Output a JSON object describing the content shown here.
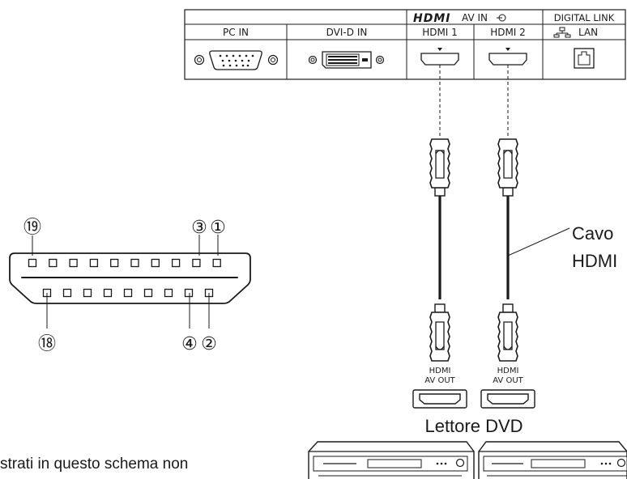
{
  "panel": {
    "hdmi_logo": "HDMI",
    "av_in_label": "AV IN",
    "digital_link_label": "DIGITAL LINK",
    "columns": [
      {
        "key": "pc",
        "label": "PC IN"
      },
      {
        "key": "dvi",
        "label": "DVI-D IN"
      },
      {
        "key": "hdmi1",
        "label": "HDMI 1"
      },
      {
        "key": "hdmi2",
        "label": "HDMI 2"
      },
      {
        "key": "lan",
        "label": "LAN"
      }
    ]
  },
  "connector": {
    "pin_labels": {
      "top_left": "⑲",
      "top_mid": "③",
      "top_right": "①",
      "bottom_left": "⑱",
      "bottom_mid": "④",
      "bottom_right": "②"
    }
  },
  "cable": {
    "label_line1": "Cavo",
    "label_line2": "HDMI"
  },
  "players": {
    "port_label_line1": "HDMI",
    "port_label_line2": "AV OUT",
    "title": "Lettore DVD"
  },
  "note": {
    "text": "strati in questo schema non"
  }
}
